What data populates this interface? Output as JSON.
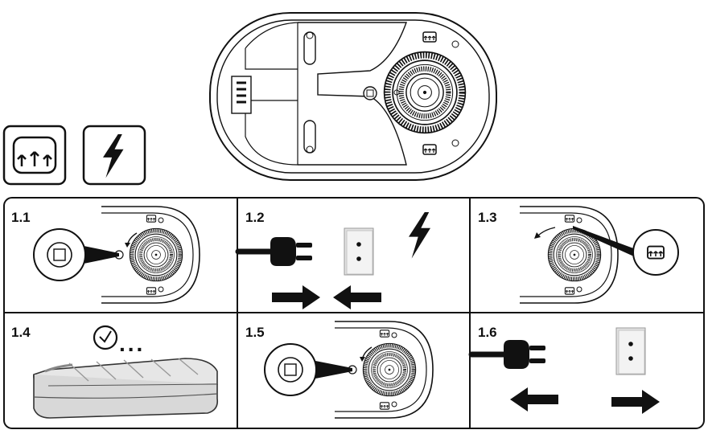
{
  "panels": [
    {
      "label": "1.1",
      "action": "press-power-button"
    },
    {
      "label": "1.2",
      "action": "plug-in"
    },
    {
      "label": "1.3",
      "action": "inflate-mode"
    },
    {
      "label": "1.4",
      "action": "wait-inflate"
    },
    {
      "label": "1.5",
      "action": "press-power-button"
    },
    {
      "label": "1.6",
      "action": "unplug"
    }
  ],
  "wait_indicator": "...",
  "icons": {
    "inflate_mode": "inflate-icon",
    "power": "lightning-bolt-icon",
    "timer": "clock-icon"
  },
  "colors": {
    "ink": "#111111",
    "paper": "#ffffff",
    "gray": "#dddddd"
  }
}
